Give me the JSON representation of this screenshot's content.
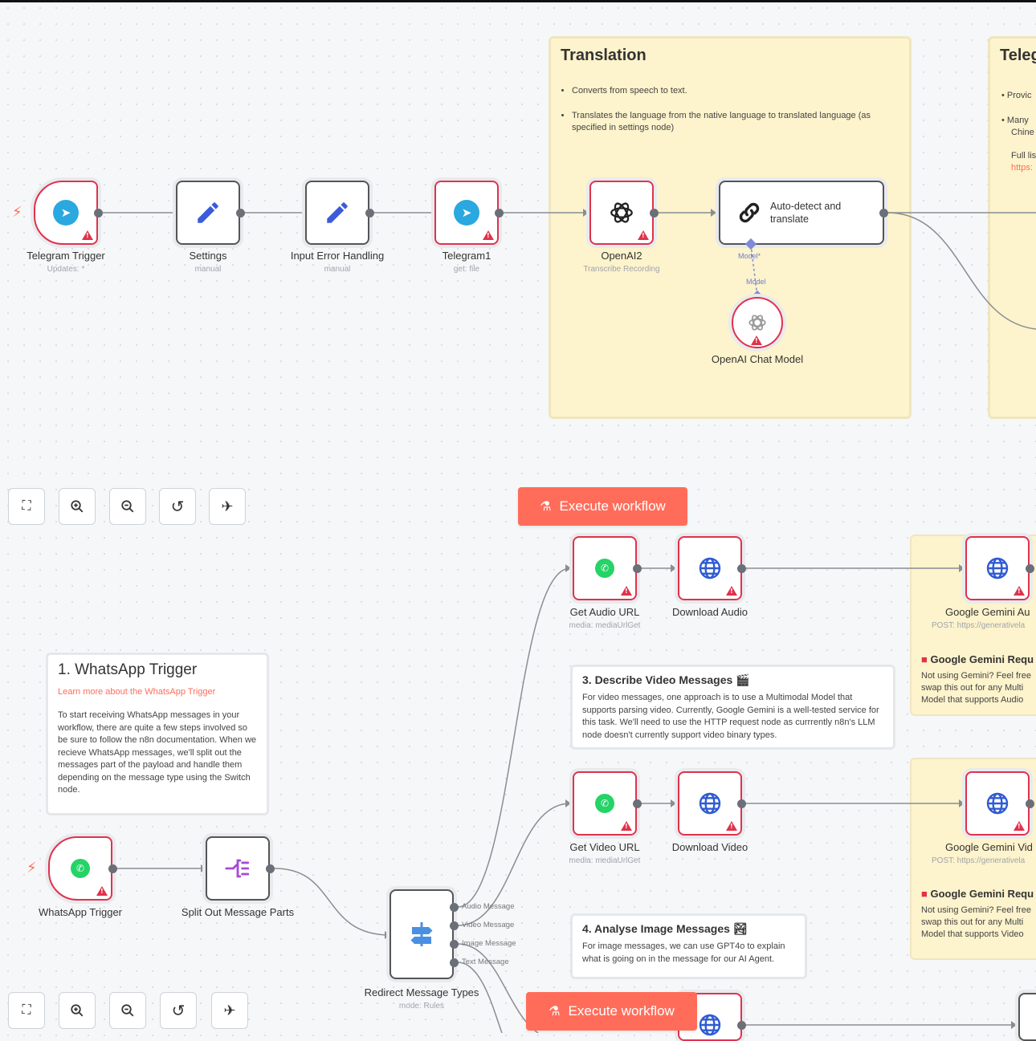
{
  "colors": {
    "accent": "#ff6d5a",
    "error": "#e0324b",
    "sticky": "#fdf3cc",
    "telegram": "#2aa8df",
    "whatsapp": "#25d366"
  },
  "translation_sticky": {
    "title": "Translation",
    "bullets": [
      "Converts from speech to text.",
      "Translates the language from the native language to translated language (as specified in settings node)"
    ]
  },
  "telegram_sticky": {
    "title": "Teleg",
    "line1": "• Provic",
    "line2": "• Many",
    "line3": "Chine",
    "line4": "Full lis",
    "line5": "https:"
  },
  "nodes": {
    "telegram_trigger": {
      "label": "Telegram Trigger",
      "sub": "Updates: *"
    },
    "settings": {
      "label": "Settings",
      "sub": "manual"
    },
    "input_error": {
      "label": "Input Error Handling",
      "sub": "manual"
    },
    "telegram1": {
      "label": "Telegram1",
      "sub": "get: file"
    },
    "openai2": {
      "label": "OpenAI2",
      "sub": "Transcribe Recording"
    },
    "auto_translate": {
      "label": "Auto-detect and translate",
      "port_model_star": "Model*",
      "port_model": "Model"
    },
    "openai_chat": {
      "label": "OpenAI Chat Model"
    },
    "get_audio": {
      "label": "Get Audio URL",
      "sub": "media: mediaUrlGet"
    },
    "download_audio": {
      "label": "Download Audio"
    },
    "gemini_audio": {
      "label": "Google Gemini Au",
      "sub": "POST: https://generativela"
    },
    "get_video": {
      "label": "Get Video URL",
      "sub": "media: mediaUrlGet"
    },
    "download_video": {
      "label": "Download Video"
    },
    "gemini_video": {
      "label": "Google Gemini Vid",
      "sub": "POST: https://generativela"
    },
    "whatsapp_trigger": {
      "label": "WhatsApp Trigger"
    },
    "split_out": {
      "label": "Split Out Message Parts"
    },
    "redirect": {
      "label": "Redirect Message Types",
      "sub": "mode: Rules",
      "outputs": [
        "Audio Message",
        "Video Message",
        "Image Message",
        "Text Message"
      ]
    }
  },
  "notes": {
    "whatsapp": {
      "title": "1. WhatsApp Trigger",
      "link": "Learn more about the WhatsApp Trigger",
      "body": "To start receiving WhatsApp messages in your workflow, there are quite a few steps involved so be sure to follow the n8n documentation. When we recieve WhatsApp messages, we'll split out the messages part of the payload and handle them depending on the message type using the Switch node."
    },
    "video": {
      "title": "3. Describe Video Messages 🎬",
      "body": "For video messages, one approach is to use a Multimodal Model that supports parsing video. Currently, Google Gemini is a well-tested service for this task. We'll need to use the HTTP request node as currrently n8n's LLM node doesn't currently support video binary types."
    },
    "image": {
      "title": "4. Analyse Image Messages 🏞",
      "body": "For image messages, we can use GPT4o to explain what is going on in the message for our AI Agent."
    },
    "gemini_audio_req": {
      "title": "Google Gemini Requ",
      "body": "Not using Gemini? Feel free swap this out for any Multi Model that supports Audio"
    },
    "gemini_video_req": {
      "title": "Google Gemini Requ",
      "body": "Not using Gemini? Feel free swap this out for any Multi Model that supports Video"
    }
  },
  "buttons": {
    "execute": "Execute workflow"
  },
  "icons": [
    "telegram-icon",
    "pencil-icon",
    "openai-icon",
    "link-icon",
    "whatsapp-icon",
    "globe-icon",
    "split-icon",
    "switch-icon",
    "fit-view-icon",
    "zoom-in-icon",
    "zoom-out-icon",
    "reset-icon",
    "tidy-icon",
    "flask-icon",
    "warning-icon",
    "bolt-icon"
  ]
}
